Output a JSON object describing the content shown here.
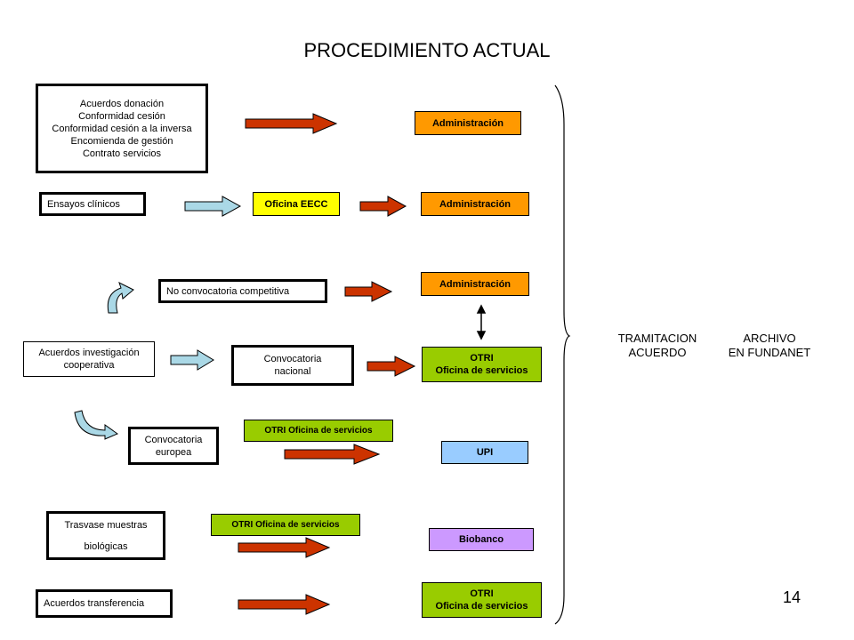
{
  "title": "PROCEDIMIENTO ACTUAL",
  "page_number": "14",
  "colors": {
    "red_arrow": "#cc3300",
    "light_arrow": "#aad8e6",
    "administracion": "#ff9900",
    "oficina_eecc": "#ffff00",
    "otri": "#99cc00",
    "upi": "#99ccff",
    "biobanco": "#cc99ff"
  },
  "agreements": {
    "donation_list": [
      "Acuerdos donación",
      "Conformidad cesión",
      "Conformidad cesión a la inversa",
      "Encomienda de gestión",
      "Contrato servicios"
    ],
    "clinical_trials": "Ensayos clínicos",
    "non_competitive": "No convocatoria competitiva",
    "cooperative_research": [
      "Acuerdos investigación",
      "cooperativa"
    ],
    "national_call": [
      "Convocatoria",
      "nacional"
    ],
    "european_call": [
      "Convocatoria",
      "europea"
    ],
    "sample_transfer": [
      "Trasvase muestras",
      "biológicas"
    ],
    "transfer_agreements": "Acuerdos transferencia"
  },
  "units": {
    "administracion_1": "Administración",
    "administracion_2": "Administración",
    "administracion_3": "Administración",
    "oficina_eecc": "Oficina EECC",
    "otri_1": [
      "OTRI",
      "Oficina de servicios"
    ],
    "otri_europea": "OTRI Oficina de servicios",
    "upi": "UPI",
    "otri_trasvase": "OTRI Oficina de servicios",
    "biobanco": "Biobanco",
    "otri_2": [
      "OTRI",
      "Oficina de servicios"
    ]
  },
  "side_labels": {
    "tramitacion": [
      "TRAMITACION",
      "ACUERDO"
    ],
    "archivo": [
      "ARCHIVO",
      "EN FUNDANET"
    ]
  }
}
